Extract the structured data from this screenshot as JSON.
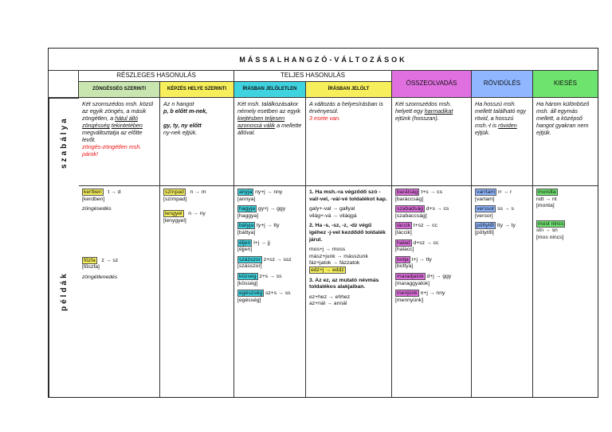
{
  "title": "MÁSSALHANGZÓ-VÁLTOZÁSOK",
  "groups": {
    "reszleges": "RÉSZLEGES HASONULÁS",
    "teljes": "TELJES HASONULÁS",
    "osszeolvadas": "ÖSSZEOLVADÁS",
    "rovidules": "RÖVIDÜLÉS",
    "kieses": "KIESÉS"
  },
  "subheads": {
    "zongesseg": "ZÖNGÉSSÉG SZERINTI",
    "kepzes": "KÉPZÉS HELYE SZERINTI",
    "jeloletlen": "ÍRÁSBAN JELÖLETLEN",
    "jelolt": "ÍRÁSBAN JELÖLT"
  },
  "side": {
    "szabalya": "szabálya",
    "peldak": "példák"
  },
  "rules": {
    "c1a": "Két szomszédos msh. közül az egyik zöngés, a másik zöngétlen, a",
    "c1b": "hátul álló zöngésség",
    "c1c": "tekintetében",
    "c1d": "megváltoztatja az előtte levőt.",
    "c1red": "zöngés-zöngétlen msh. párok!",
    "c2a": "Az n hangot",
    "c2b": "p, b előtt m-nek,",
    "c2c": "gy, ty, ny előtt",
    "c2d": "ny-nek ejtjük.",
    "c3a": "Két msh. találkozásakor némely esetben az egyik",
    "c3b": "kiejtésben teljesen azonossá válik",
    "c3c": "a mellette állóval.",
    "c4a": "A változás a helyesírásban is érvényesül.",
    "c4red": "3 esete van.",
    "c5a": "Két szomszédos msh. helyett egy",
    "c5b": "harmadikat",
    "c5c": "ejtünk (hosszan).",
    "c6a": "Ha hosszú msh. mellett található egy rövid, a hosszú msh.-t is",
    "c6b": "röviden",
    "c6c": "ejtjük.",
    "c7": "Ha három különböző msh. áll egymás mellett, a középső hangot gyakran nem ejtjük."
  },
  "examples": {
    "c1": {
      "w1": "kertben",
      "r1": "t → d",
      "p1": "[kerdben]",
      "n1": "zöngésedés",
      "w2": "fűzfa",
      "r2": "z → sz",
      "p2": "[fűszfa]",
      "n2": "zöngétlenedés"
    },
    "c2": {
      "w1": "színpad",
      "r1": "n → m",
      "p1": "[szímpad]",
      "w2": "lengyel",
      "r2": "n → ny",
      "p2": "[lenygyel]"
    },
    "c3": [
      {
        "w": "anyja",
        "r": "ny+j → nny",
        "p": "[annya]"
      },
      {
        "w": "hagyja",
        "r": "gy+j → ggy",
        "p": "[haggya]"
      },
      {
        "w": "bátyja",
        "r": "ty+j → tty",
        "p": "[báttya]"
      },
      {
        "w": "éljen",
        "r": "l+j → jj",
        "p": "[éjjen]"
      },
      {
        "w": "százszor",
        "r": "z+sz → ssz",
        "p": "[szásszor]"
      },
      {
        "w": "község",
        "r": "z+s → ss",
        "p": "[kösség]"
      },
      {
        "w": "egészség",
        "r": "sz+s → ss",
        "p": "[egésség]"
      }
    ],
    "c4": {
      "h1": "1. Ha msh.-ra végződő szó -val/-vel, -vá/-vé toldalékot kap.",
      "e1a": "galy+-val → gallyal",
      "e1b": "világ+-vá → viláqgá",
      "h2": "2. Ha -s, -sz, -z, -dz végű igéhez -j-vel kezdődő toldalék járul.",
      "e2a": "mos+j → moss",
      "e2b": "mász+junk → másszunk",
      "e2c": "fáz+jatok → fázzatok",
      "e2d": "edz+j → eddz",
      "h3": "3. Az ez, az mutató névmás toldalékos alakjaiban.",
      "e3a": "ez+hez → ehhez",
      "e3b": "az+nál → annál"
    },
    "c5": [
      {
        "w": "barátság",
        "r": "t+s → cs",
        "p": "[baráccság]"
      },
      {
        "w": "szabadság",
        "r": "d+s → cs",
        "p": "[szabaccság]"
      },
      {
        "w": "láccik",
        "r": "t+sz → cc",
        "p": "[láccik]"
      },
      {
        "w": "halad",
        "r": "d+sz → cc",
        "p": "[halacc]"
      },
      {
        "w": "botja",
        "r": "t+j → tty",
        "p": "[bottya]"
      },
      {
        "w": "maradjatok",
        "r": "d+j → ggy",
        "p": "[maraggyatok]"
      },
      {
        "w": "menjünk",
        "r": "n+j → nny",
        "p": "[mennyünk]"
      }
    ],
    "c6": [
      {
        "w": "varrtam",
        "r": "rr → r",
        "p": "[vartam]"
      },
      {
        "w": "verssor",
        "r": "ss → s",
        "p": "[versor]"
      },
      {
        "w": "pöttytől",
        "r": "tty → ty",
        "p": "[pötytől]"
      }
    ],
    "c7": [
      {
        "w": "mondta",
        "r": "ndt → nt",
        "p": "[monta]"
      },
      {
        "w": "most nincs",
        "r": "stn → sn",
        "p": "[mos nincs]"
      }
    ]
  },
  "colors": {
    "yellow": "#f6ef5b",
    "cyan": "#3fd3e0",
    "magenta": "#e070e0",
    "green": "#6ee36e",
    "blue": "#8fb6ff",
    "lightgreen": "#c9e6b0"
  }
}
